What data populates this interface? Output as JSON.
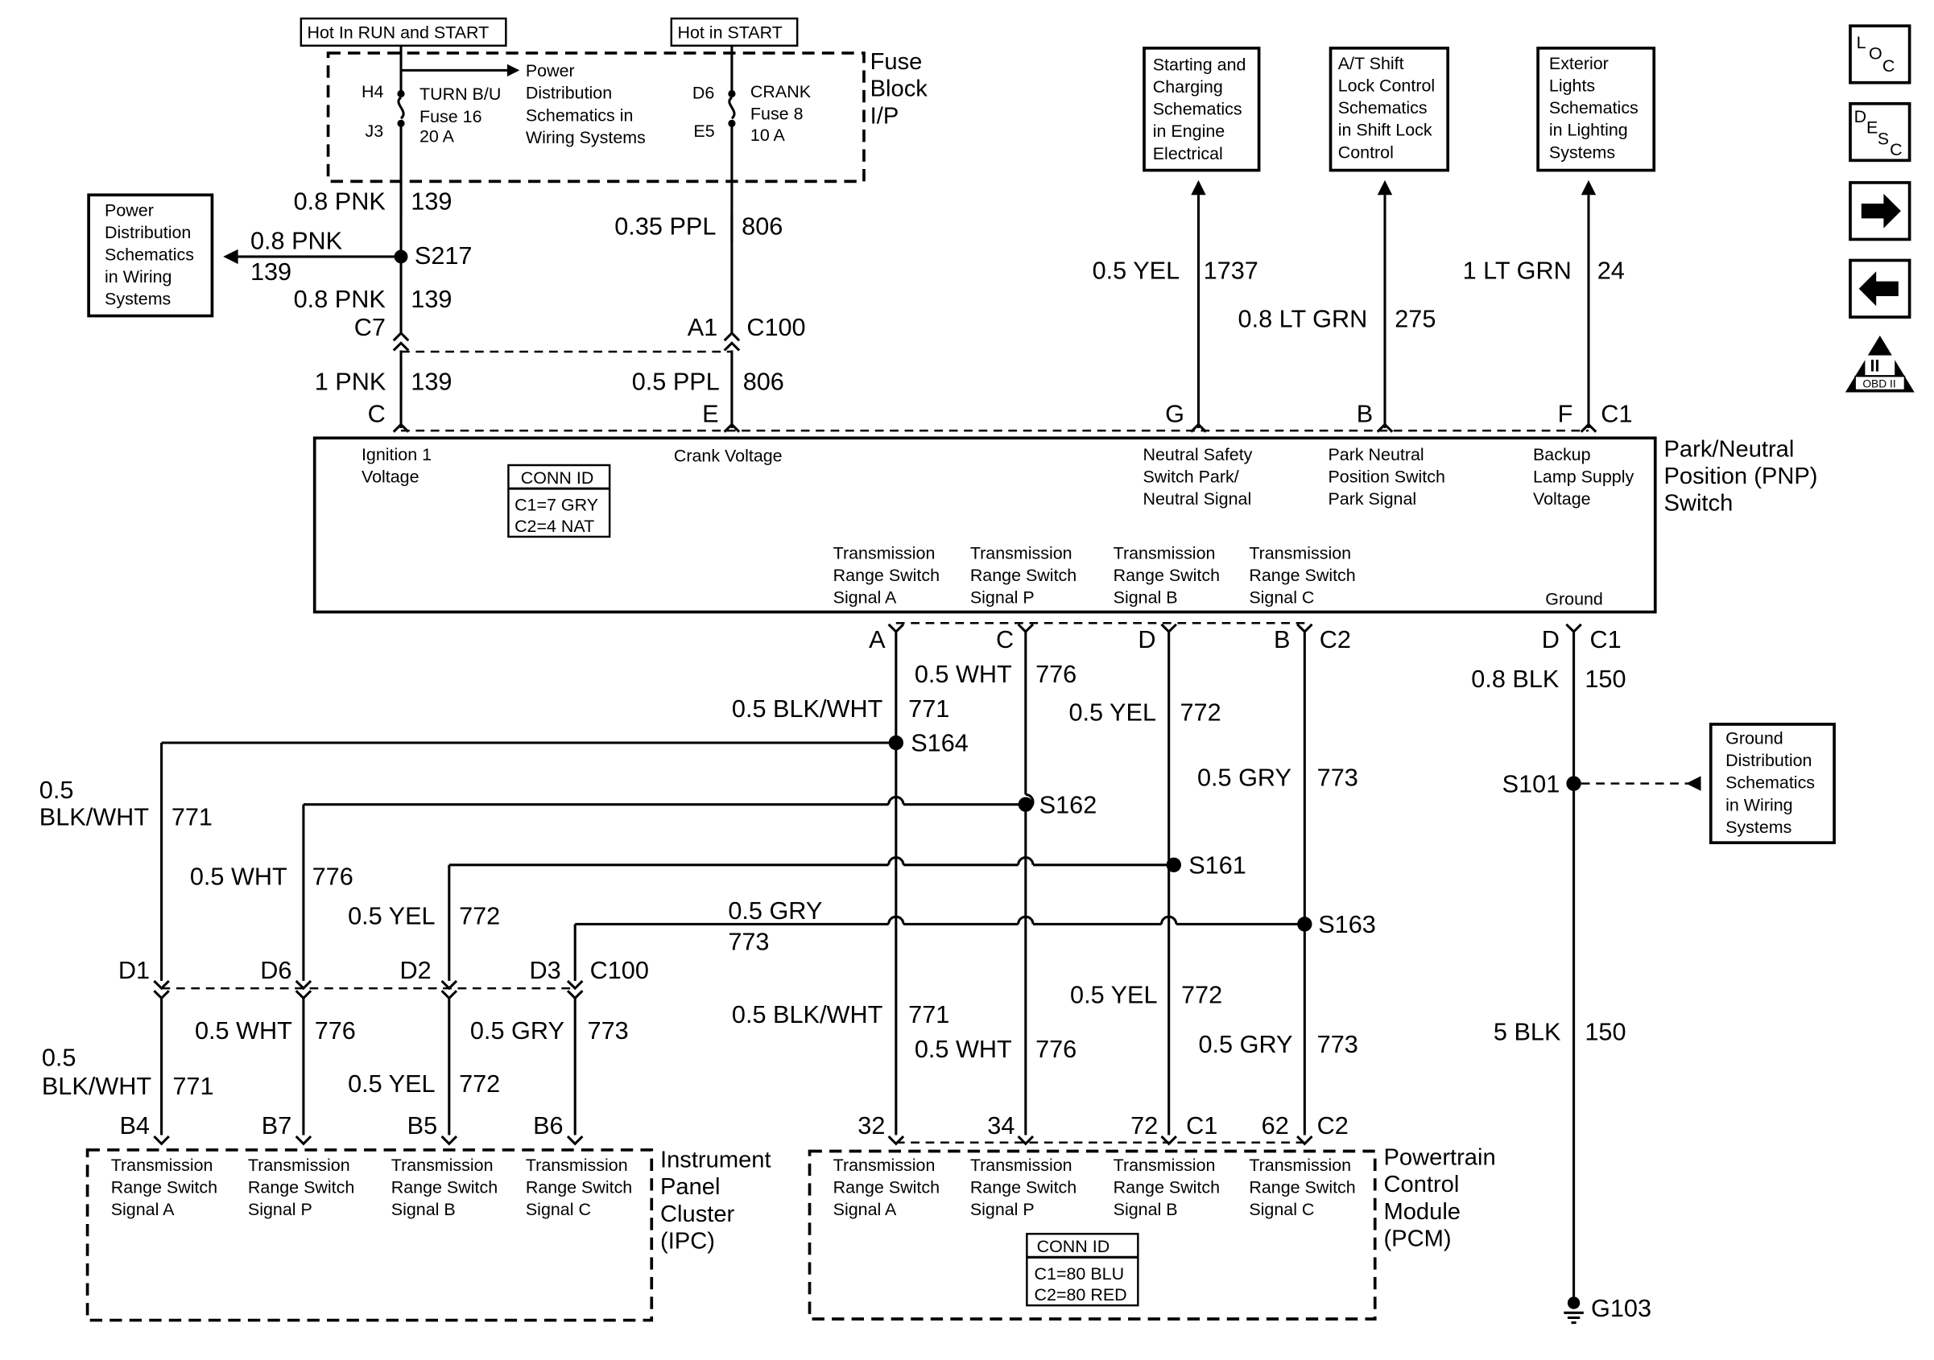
{
  "header_labels": {
    "hot_run_start": "Hot In RUN and START",
    "hot_start": "Hot in START"
  },
  "fuse_block": {
    "title_1": "Fuse",
    "title_2": "Block",
    "title_3": "I/P",
    "h4": "H4",
    "j3": "J3",
    "fuse16_name": "TURN B/U",
    "fuse16_num": "Fuse 16",
    "fuse16_amp": "20 A",
    "power_1": "Power",
    "power_2": "Distribution",
    "power_3": "Schematics in",
    "power_4": "Wiring Systems",
    "d6": "D6",
    "e5": "E5",
    "fuse8_name": "CRANK",
    "fuse8_num": "Fuse 8",
    "fuse8_amp": "10 A"
  },
  "ref_boxes": {
    "power_left": [
      "Power",
      "Distribution",
      "Schematics",
      "in Wiring",
      "Systems"
    ],
    "starting": [
      "Starting and",
      "Charging",
      "Schematics",
      "in Engine",
      "Electrical"
    ],
    "shift_lock": [
      "A/T Shift",
      "Lock Control",
      "Schematics",
      "in Shift Lock",
      "Control"
    ],
    "exterior": [
      "Exterior",
      "Lights",
      "Schematics",
      "in Lighting",
      "Systems"
    ],
    "ground": [
      "Ground",
      "Distribution",
      "Schematics",
      "in Wiring",
      "Systems"
    ]
  },
  "wires_top": {
    "w1_gauge": "0.8 PNK",
    "w1_circuit": "139",
    "w2_gauge": "0.8 PNK",
    "w2_circuit": "139",
    "w3_gauge": "0.8 PNK",
    "w3_circuit": "139",
    "w4_gauge": "1 PNK",
    "w4_circuit": "139",
    "w5_gauge": "0.35 PPL",
    "w5_circuit": "806",
    "w6_gauge": "0.5 PPL",
    "w6_circuit": "806",
    "w7_gauge": "0.5 YEL",
    "w7_circuit": "1737",
    "w8_gauge": "0.8 LT GRN",
    "w8_circuit": "275",
    "w9_gauge": "1 LT GRN",
    "w9_circuit": "24",
    "s217": "S217",
    "c7": "C7",
    "a1": "A1",
    "c100": "C100",
    "pin_c": "C",
    "pin_e": "E",
    "pin_g": "G",
    "pin_b": "B",
    "pin_f": "F",
    "pin_c1": "C1"
  },
  "pnp": {
    "title_1": "Park/Neutral",
    "title_2": "Position (PNP)",
    "title_3": "Switch",
    "ign_1": "Ignition 1",
    "ign_2": "Voltage",
    "crank": "Crank Voltage",
    "conn_id": "CONN ID",
    "conn_c1": "C1=7 GRY",
    "conn_c2": "C2=4 NAT",
    "ns_1": "Neutral Safety",
    "ns_2": "Switch Park/",
    "ns_3": "Neutral Signal",
    "pn_1": "Park Neutral",
    "pn_2": "Position Switch",
    "pn_3": "Park Signal",
    "bk_1": "Backup",
    "bk_2": "Lamp Supply",
    "bk_3": "Voltage",
    "trs_1": "Transmission",
    "trs_2": "Range Switch",
    "sig_a": "Signal A",
    "sig_p": "Signal P",
    "sig_b": "Signal B",
    "sig_c": "Signal C",
    "ground": "Ground"
  },
  "pnp_bottom_pins": {
    "a": "A",
    "c": "C",
    "d": "D",
    "b": "B",
    "c2": "C2",
    "d_gnd": "D",
    "c1": "C1"
  },
  "middle_wires": {
    "wht_776": "0.5 WHT",
    "c776": "776",
    "blkwht_771": "0.5 BLK/WHT",
    "c771": "771",
    "yel_772": "0.5 YEL",
    "c772": "772",
    "gry_773": "0.5 GRY",
    "c773": "773",
    "blk_150": "0.8 BLK",
    "c150": "150",
    "left_05": "0.5",
    "left_blkwht": "BLK/WHT",
    "left_771": "771",
    "left_wht": "0.5 WHT",
    "left_776": "776",
    "left_yel": "0.5 YEL",
    "left_772": "772",
    "mid_gry_1": "0.5 GRY",
    "mid_gry_2": "773",
    "s164": "S164",
    "s162": "S162",
    "s161": "S161",
    "s163": "S163",
    "s101": "S101"
  },
  "lower_wires": {
    "d1": "D1",
    "d6": "D6",
    "d2": "D2",
    "d3": "D3",
    "c100": "C100",
    "wht": "0.5 WHT",
    "c776": "776",
    "gry": "0.5 GRY",
    "c773": "773",
    "yel": "0.5 YEL",
    "c772": "772",
    "blk_05": "0.5",
    "blkwht": "BLK/WHT",
    "c771": "771",
    "r_blkwht": "0.5 BLK/WHT",
    "r_771": "771",
    "r_wht": "0.5 WHT",
    "r_776": "776",
    "r_yel": "0.5 YEL",
    "r_772": "772",
    "r_gry": "0.5 GRY",
    "r_773": "773",
    "blk5": "5 BLK",
    "c150": "150",
    "b4": "B4",
    "b7": "B7",
    "b5": "B5",
    "b6": "B6",
    "p32": "32",
    "p34": "34",
    "p72": "72",
    "pc1": "C1",
    "p62": "62",
    "pc2": "C2",
    "g103": "G103"
  },
  "ipc": {
    "title_1": "Instrument",
    "title_2": "Panel",
    "title_3": "Cluster",
    "title_4": "(IPC)"
  },
  "pcm": {
    "title_1": "Powertrain",
    "title_2": "Control",
    "title_3": "Module",
    "title_4": "(PCM)",
    "conn_id": "CONN ID",
    "conn_c1": "C1=80 BLU",
    "conn_c2": "C2=80 RED"
  },
  "nav": {
    "loc": [
      "L",
      "O",
      "C"
    ],
    "desc": [
      "D",
      "E",
      "S",
      "C"
    ],
    "obd": "OBD II",
    "obd_roman": "II"
  }
}
